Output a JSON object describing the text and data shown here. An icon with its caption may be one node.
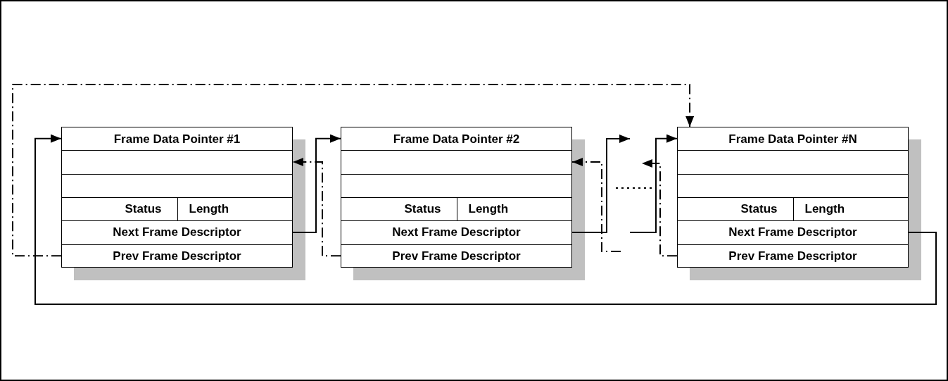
{
  "diagram": {
    "nodes": [
      {
        "text": [],
        "shape": "box"
      },
      {
        "text": [
          "Frame Data Pointer #1"
        ],
        "in": 0
      },
      {
        "text": [
          "Status",
          "Length"
        ],
        "in": 0
      },
      {
        "text": [
          "Next Frame Descriptor"
        ],
        "in": 0
      },
      {
        "text": [
          "Prev Frame Descriptor"
        ],
        "in": 0
      },
      {
        "text": [],
        "shape": "box"
      },
      {
        "text": [
          "Frame Data Pointer #2"
        ],
        "in": 5
      },
      {
        "text": [
          "Status",
          "Length"
        ],
        "in": 5
      },
      {
        "text": [
          "Next Frame Descriptor"
        ],
        "in": 5
      },
      {
        "text": [
          "Prev Frame Descriptor"
        ],
        "in": 5
      },
      {
        "text": [],
        "shape": "box"
      },
      {
        "text": [
          "Frame Data Pointer #N"
        ],
        "in": 10
      },
      {
        "text": [
          "Status",
          "Length"
        ],
        "in": 10
      },
      {
        "text": [
          "Next Frame Descriptor"
        ],
        "in": 10
      },
      {
        "text": [
          "Prev Frame Descriptor"
        ],
        "in": 10
      }
    ],
    "edges": [
      {
        "from": 3,
        "to": 6,
        "arrow": "to"
      },
      {
        "from": 9,
        "to": 0,
        "arrow": "to",
        "style": "dashed"
      },
      {
        "from": 8,
        "to": null,
        "arrow": "to"
      },
      {
        "from": null,
        "to": 11,
        "arrow": "to"
      },
      {
        "from": null,
        "to": 5,
        "arrow": "to",
        "style": "dashed"
      },
      {
        "from": 14,
        "to": null,
        "arrow": "to",
        "style": "dashed"
      },
      {
        "from": 13,
        "to": 1,
        "arrow": "to"
      },
      {
        "from": 4,
        "to": 11,
        "arrow": "to",
        "style": "dashed"
      }
    ]
  }
}
